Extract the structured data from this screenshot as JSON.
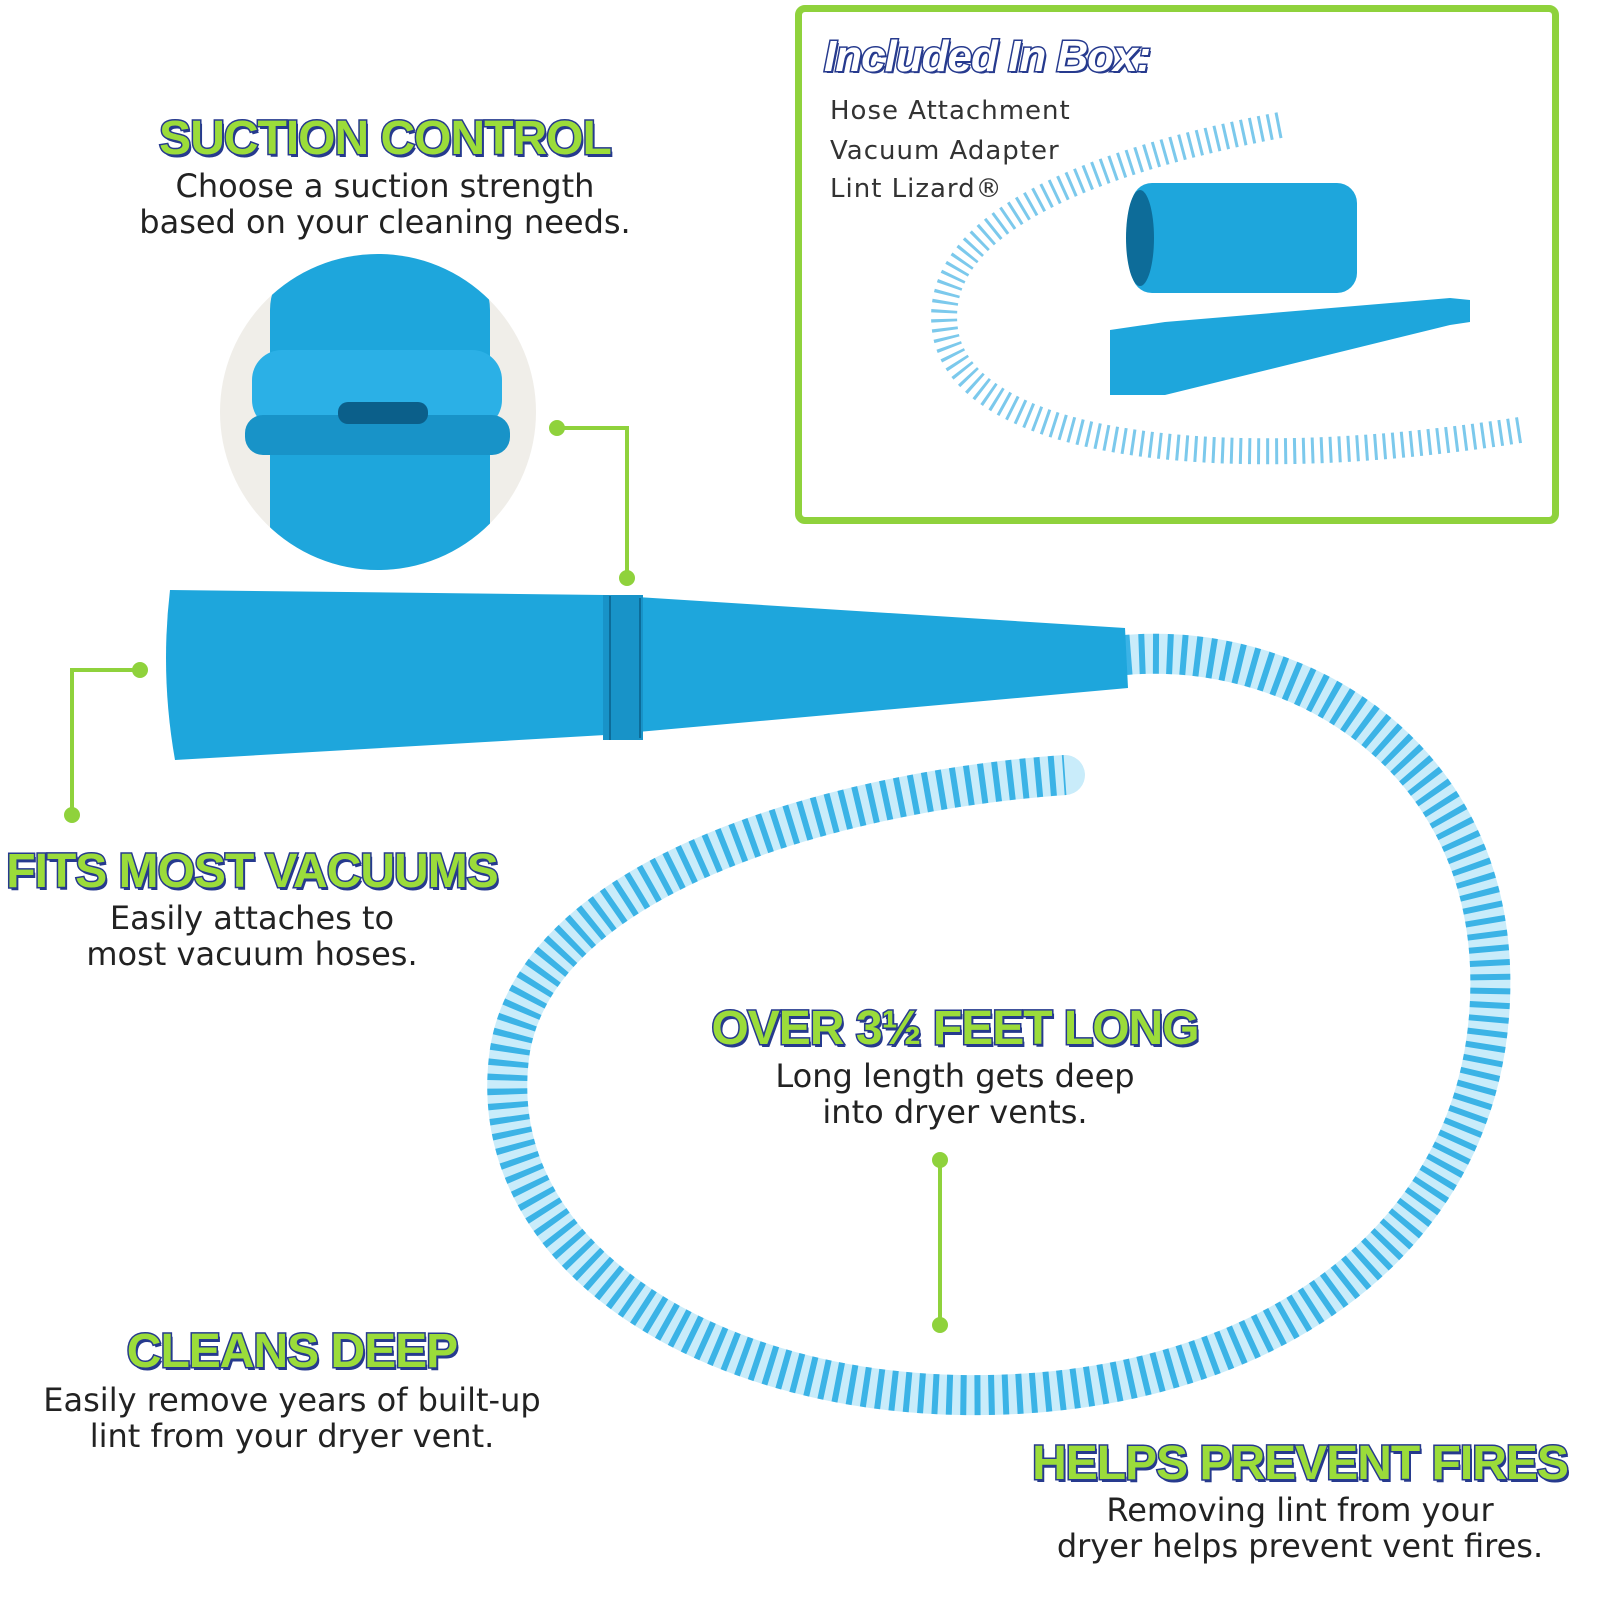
{
  "features": [
    {
      "title": "SUCTION CONTROL",
      "lines": [
        "Choose a suction strength",
        "based on your cleaning needs."
      ]
    },
    {
      "title": "FITS MOST VACUUMS",
      "lines": [
        "Easily attaches to",
        "most vacuum hoses."
      ]
    },
    {
      "title": "OVER 3½ FEET LONG",
      "lines": [
        "Long length gets deep",
        "into dryer vents."
      ]
    },
    {
      "title": "CLEANS DEEP",
      "lines": [
        "Easily remove years of built-up",
        "lint from your dryer vent."
      ]
    },
    {
      "title": "HELPS PREVENT FIRES",
      "lines": [
        "Removing lint from your",
        "dryer helps prevent vent fires."
      ]
    }
  ],
  "box": {
    "title": "Included In Box:",
    "items": [
      "Hose Attachment",
      "Vacuum Adapter",
      "Lint Lizard®"
    ]
  },
  "colors": {
    "accent_green": "#8fd23c",
    "navy": "#263a8e",
    "product_blue": "#1ea6dc",
    "hose_light": "#9fdaf3"
  }
}
